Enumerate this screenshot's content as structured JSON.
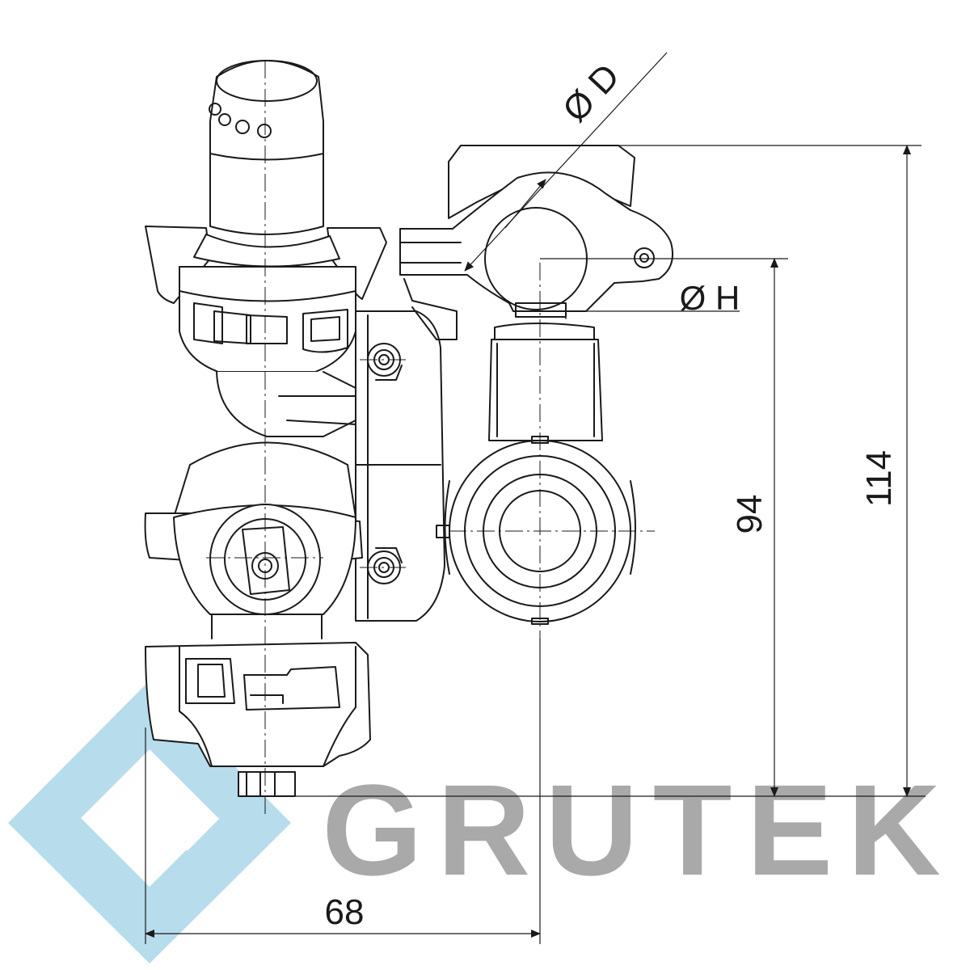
{
  "dimensions": {
    "diameter_d": "Ø D",
    "diameter_h": "Ø H",
    "height_total": "114",
    "height_lower": "94",
    "width": "68"
  },
  "watermark": {
    "brand": "GRUTEK"
  },
  "colors": {
    "line": "#1a1a1a",
    "logo_blue": "#b7dcec",
    "brand_gray": "#a9a9a9"
  }
}
